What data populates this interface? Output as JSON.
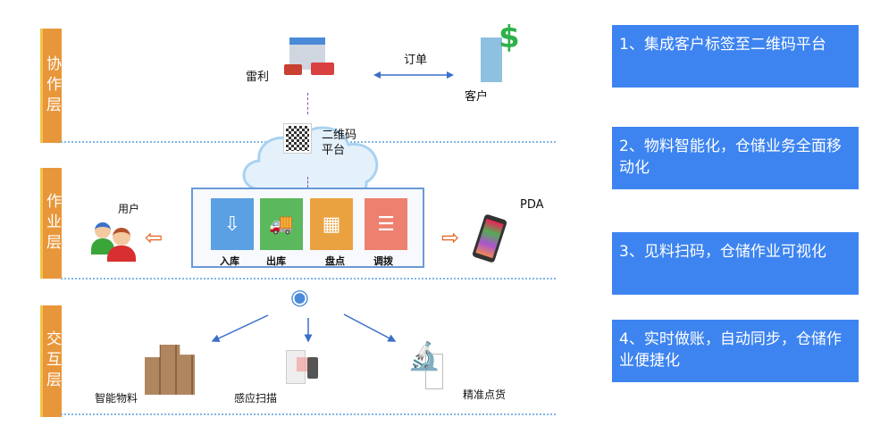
{
  "layers": [
    "协作层",
    "作业层",
    "交互层"
  ],
  "nodes": {
    "leili": "雷利",
    "customer": "客户",
    "order": "订单",
    "platform_line1": "二维码",
    "platform_line2": "平台",
    "user": "用户",
    "pda": "PDA",
    "smart_material": "智能物料",
    "scan": "感应扫描",
    "count": "精准点货"
  },
  "modules": [
    {
      "label": "入库",
      "color": "#5aa0e2"
    },
    {
      "label": "出库",
      "color": "#5cb85c"
    },
    {
      "label": "盘点",
      "color": "#e9a23f"
    },
    {
      "label": "调拨",
      "color": "#ee8070"
    }
  ],
  "panels": [
    "1、集成客户标签至二维码平台",
    "2、物料智能化，仓储业务全面移动化",
    "3、见料扫码，仓储作业可视化",
    "4、实时做账，自动同步，仓储作业便捷化"
  ],
  "colors": {
    "panel": "#3d84f0",
    "layer": "#e8963a",
    "arrow": "#3a6fc9"
  }
}
